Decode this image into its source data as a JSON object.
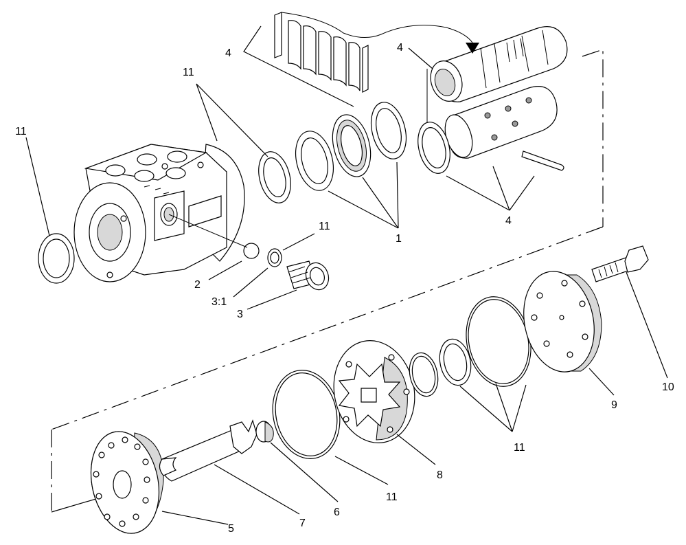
{
  "diagram": {
    "callouts": {
      "c11_left": "11",
      "c11_top": "11",
      "c4_blades": "4",
      "c4_spool": "4",
      "c1": "1",
      "c4_bottom": "4",
      "c11_plug": "11",
      "c2": "2",
      "c3_1": "3:1",
      "c3": "3",
      "c10": "10",
      "c9": "9",
      "c11_rings": "11",
      "c8": "8",
      "c11_seal": "11",
      "c6": "6",
      "c7": "7",
      "c5": "5"
    }
  }
}
